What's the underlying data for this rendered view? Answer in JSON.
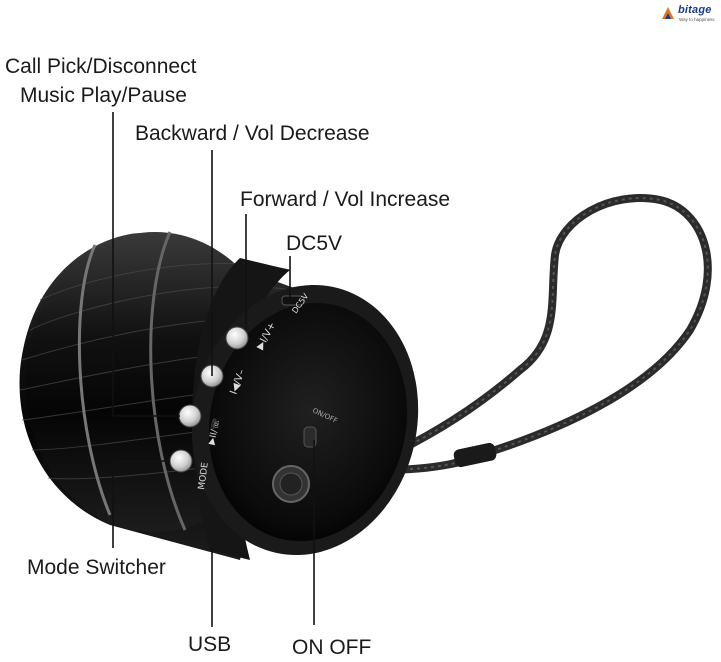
{
  "logo": {
    "brand": "bitage",
    "tagline": "Way to happiness",
    "accent": "#1e3c8c",
    "mark_color": "#e07a1f"
  },
  "labels": {
    "call": "Call Pick/Disconnect",
    "music": "Music Play/Pause",
    "backward": "Backward / Vol Decrease",
    "forward": "Forward / Vol Increase",
    "dc": "DC5V",
    "mode": "Mode Switcher",
    "usb": "USB",
    "onoff": "ON OFF"
  },
  "device_marks": {
    "mode": "MODE",
    "play": "▶II/☏",
    "minus": "I◀/V–",
    "plus": "▶I/V+",
    "dc": "DC5V",
    "on_off": "ON/OFF"
  },
  "colors": {
    "body_dark": "#0e0e0e",
    "body_mid": "#2a2a2a",
    "highlight": "#6a6a6a",
    "strap": "#2b2b2b",
    "leader": "#111111"
  }
}
